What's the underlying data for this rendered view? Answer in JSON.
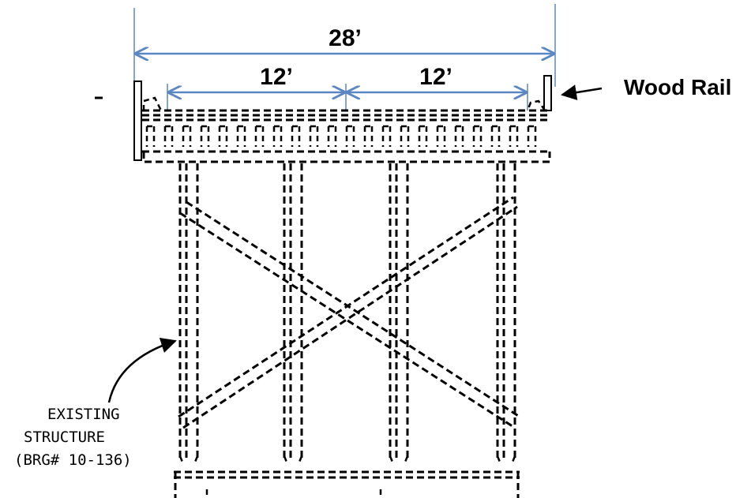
{
  "dimensions": {
    "overall": "28’",
    "lane_left": "12’",
    "lane_right": "12’"
  },
  "callout": {
    "label": "Wood Rail"
  },
  "structure_label": {
    "line1": "EXISTING",
    "line2": "STRUCTURE",
    "line3": "(BRG# 10-136)"
  },
  "colors": {
    "dimension_lines": "#5b86c4",
    "drawing": "#000000"
  }
}
